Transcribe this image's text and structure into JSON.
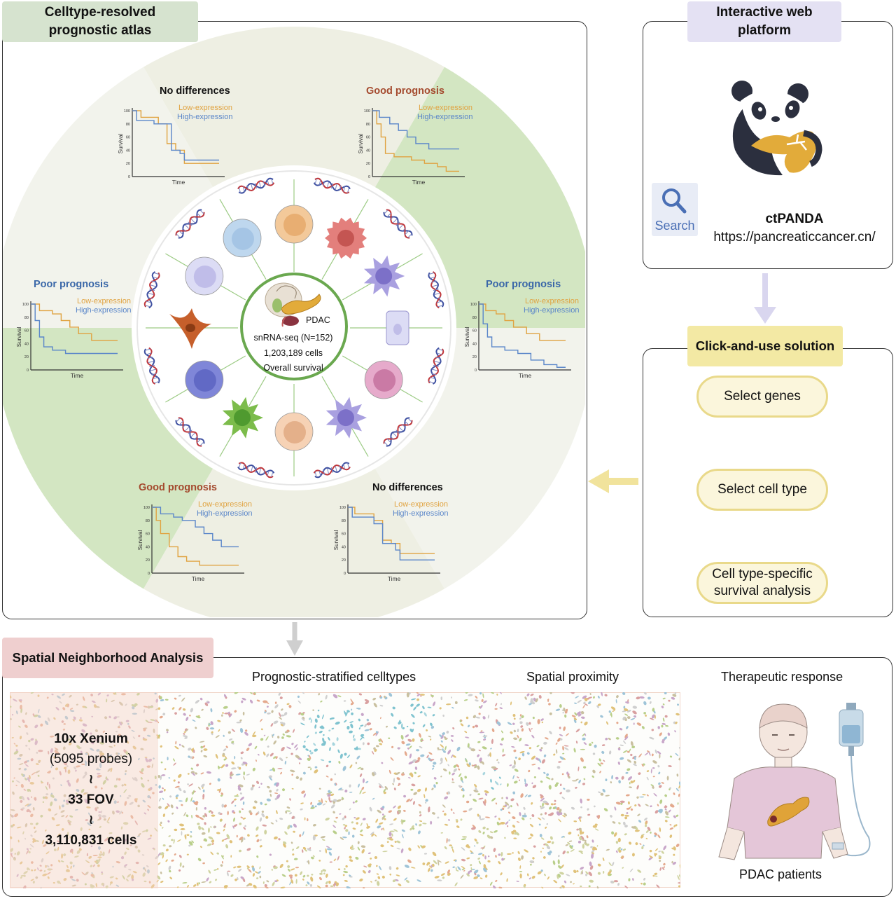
{
  "atlas": {
    "title_line1": "Celltype-resolved",
    "title_line2": "prognostic atlas",
    "center": {
      "organ_label": "PDAC",
      "line1": "snRNA-seq (N=152)",
      "line2": "1,203,189 cells",
      "line3": "Overall survival"
    },
    "plots": [
      {
        "title": "No differences",
        "title_color": "#111111",
        "low_label": "Low-expression",
        "high_label": "High-expression",
        "y_label": "Survival",
        "x_label": "Time",
        "y_ticks": [
          "100",
          "80",
          "60",
          "40",
          "20",
          "0"
        ],
        "low_curve": [
          [
            0,
            100
          ],
          [
            10,
            100
          ],
          [
            10,
            90
          ],
          [
            30,
            90
          ],
          [
            30,
            80
          ],
          [
            40,
            80
          ],
          [
            40,
            50
          ],
          [
            50,
            50
          ],
          [
            50,
            40
          ],
          [
            60,
            40
          ],
          [
            60,
            20
          ],
          [
            100,
            20
          ]
        ],
        "high_curve": [
          [
            0,
            100
          ],
          [
            5,
            100
          ],
          [
            5,
            85
          ],
          [
            25,
            85
          ],
          [
            25,
            80
          ],
          [
            45,
            80
          ],
          [
            45,
            40
          ],
          [
            55,
            40
          ],
          [
            55,
            35
          ],
          [
            60,
            35
          ],
          [
            60,
            25
          ],
          [
            100,
            25
          ]
        ]
      },
      {
        "title": "Good prognosis",
        "title_color": "#a44a2e",
        "low_label": "Low-expression",
        "high_label": "High-expression",
        "y_label": "Survival",
        "x_label": "Time",
        "y_ticks": [
          "100",
          "80",
          "60",
          "40",
          "20",
          "0"
        ],
        "low_curve": [
          [
            0,
            100
          ],
          [
            5,
            100
          ],
          [
            5,
            80
          ],
          [
            10,
            80
          ],
          [
            10,
            60
          ],
          [
            15,
            60
          ],
          [
            15,
            35
          ],
          [
            25,
            35
          ],
          [
            25,
            30
          ],
          [
            45,
            30
          ],
          [
            45,
            25
          ],
          [
            60,
            25
          ],
          [
            60,
            20
          ],
          [
            75,
            20
          ],
          [
            75,
            15
          ],
          [
            85,
            15
          ],
          [
            85,
            8
          ],
          [
            100,
            8
          ]
        ],
        "high_curve": [
          [
            0,
            100
          ],
          [
            8,
            100
          ],
          [
            8,
            90
          ],
          [
            20,
            90
          ],
          [
            20,
            80
          ],
          [
            30,
            80
          ],
          [
            30,
            70
          ],
          [
            40,
            70
          ],
          [
            40,
            60
          ],
          [
            50,
            60
          ],
          [
            50,
            50
          ],
          [
            65,
            50
          ],
          [
            65,
            42
          ],
          [
            100,
            42
          ]
        ]
      },
      {
        "title": "Poor prognosis",
        "title_color": "#3a67a8",
        "low_label": "Low-expression",
        "high_label": "High-expression",
        "y_label": "Survival",
        "x_label": "Time",
        "y_ticks": [
          "100",
          "80",
          "60",
          "40",
          "20",
          "0"
        ],
        "low_curve": [
          [
            0,
            100
          ],
          [
            10,
            100
          ],
          [
            10,
            90
          ],
          [
            25,
            90
          ],
          [
            25,
            85
          ],
          [
            35,
            85
          ],
          [
            35,
            75
          ],
          [
            45,
            75
          ],
          [
            45,
            65
          ],
          [
            55,
            65
          ],
          [
            55,
            55
          ],
          [
            70,
            55
          ],
          [
            70,
            45
          ],
          [
            100,
            45
          ]
        ],
        "high_curve": [
          [
            0,
            100
          ],
          [
            5,
            100
          ],
          [
            5,
            75
          ],
          [
            10,
            75
          ],
          [
            10,
            50
          ],
          [
            15,
            50
          ],
          [
            15,
            35
          ],
          [
            25,
            35
          ],
          [
            25,
            30
          ],
          [
            40,
            30
          ],
          [
            40,
            25
          ],
          [
            100,
            25
          ]
        ]
      },
      {
        "title": "Poor prognosis",
        "title_color": "#3a67a8",
        "low_label": "Low-expression",
        "high_label": "High-expression",
        "y_label": "Survival",
        "x_label": "Time",
        "y_ticks": [
          "100",
          "80",
          "60",
          "40",
          "20",
          "0"
        ],
        "low_curve": [
          [
            0,
            100
          ],
          [
            8,
            100
          ],
          [
            8,
            90
          ],
          [
            20,
            90
          ],
          [
            20,
            85
          ],
          [
            30,
            85
          ],
          [
            30,
            75
          ],
          [
            40,
            75
          ],
          [
            40,
            65
          ],
          [
            55,
            65
          ],
          [
            55,
            55
          ],
          [
            70,
            55
          ],
          [
            70,
            45
          ],
          [
            100,
            45
          ]
        ],
        "high_curve": [
          [
            0,
            100
          ],
          [
            5,
            100
          ],
          [
            5,
            70
          ],
          [
            10,
            70
          ],
          [
            10,
            50
          ],
          [
            15,
            50
          ],
          [
            15,
            35
          ],
          [
            30,
            35
          ],
          [
            30,
            30
          ],
          [
            45,
            30
          ],
          [
            45,
            25
          ],
          [
            60,
            25
          ],
          [
            60,
            15
          ],
          [
            75,
            15
          ],
          [
            75,
            8
          ],
          [
            90,
            8
          ],
          [
            90,
            4
          ],
          [
            100,
            4
          ]
        ]
      },
      {
        "title": "Good prognosis",
        "title_color": "#a44a2e",
        "low_label": "Low-expression",
        "high_label": "High-expression",
        "y_label": "Survival",
        "x_label": "Time",
        "y_ticks": [
          "100",
          "80",
          "60",
          "40",
          "20",
          "0"
        ],
        "low_curve": [
          [
            0,
            100
          ],
          [
            5,
            100
          ],
          [
            5,
            80
          ],
          [
            10,
            80
          ],
          [
            10,
            60
          ],
          [
            20,
            60
          ],
          [
            20,
            40
          ],
          [
            30,
            40
          ],
          [
            30,
            25
          ],
          [
            40,
            25
          ],
          [
            40,
            18
          ],
          [
            55,
            18
          ],
          [
            55,
            12
          ],
          [
            100,
            12
          ]
        ],
        "high_curve": [
          [
            0,
            100
          ],
          [
            10,
            100
          ],
          [
            10,
            90
          ],
          [
            25,
            90
          ],
          [
            25,
            85
          ],
          [
            35,
            85
          ],
          [
            35,
            80
          ],
          [
            50,
            80
          ],
          [
            50,
            70
          ],
          [
            60,
            70
          ],
          [
            60,
            60
          ],
          [
            70,
            60
          ],
          [
            70,
            50
          ],
          [
            80,
            50
          ],
          [
            80,
            40
          ],
          [
            100,
            40
          ]
        ]
      },
      {
        "title": "No differences",
        "title_color": "#111111",
        "low_label": "Low-expression",
        "high_label": "High-expression",
        "y_label": "Survival",
        "x_label": "Time",
        "y_ticks": [
          "100",
          "80",
          "60",
          "40",
          "20",
          "0"
        ],
        "low_curve": [
          [
            0,
            100
          ],
          [
            8,
            100
          ],
          [
            8,
            90
          ],
          [
            30,
            90
          ],
          [
            30,
            80
          ],
          [
            40,
            80
          ],
          [
            40,
            50
          ],
          [
            50,
            50
          ],
          [
            50,
            45
          ],
          [
            60,
            45
          ],
          [
            60,
            30
          ],
          [
            100,
            30
          ]
        ],
        "high_curve": [
          [
            0,
            100
          ],
          [
            5,
            100
          ],
          [
            5,
            85
          ],
          [
            30,
            85
          ],
          [
            30,
            75
          ],
          [
            40,
            75
          ],
          [
            40,
            45
          ],
          [
            55,
            45
          ],
          [
            55,
            35
          ],
          [
            60,
            35
          ],
          [
            60,
            20
          ],
          [
            100,
            20
          ]
        ]
      }
    ]
  },
  "platform": {
    "title_line1": "Interactive web",
    "title_line2": "platform",
    "search_label": "Search",
    "name": "ctPANDA",
    "url": "https://pancreaticcancer.cn/"
  },
  "solution": {
    "title": "Click-and-use solution",
    "steps": [
      "Select genes",
      "Select cell type",
      "Cell type-specific",
      "survival analysis"
    ]
  },
  "spatial": {
    "title": "Spatial Neighborhood Analysis",
    "flow": [
      "Prognostic-stratified celltypes",
      "Spatial proximity",
      "Therapeutic response"
    ],
    "xenium_line1": "10x Xenium",
    "xenium_line2": "(5095 probes)",
    "sep": "≀",
    "fov": "33 FOV",
    "cells": "3,110,831 cells",
    "patients": "PDAC patients"
  },
  "colors": {
    "low": "#e0a341",
    "high": "#5a86c9",
    "green_sector": "#d3e6c2",
    "beige_sector": "#eeefe3",
    "tag_green": "#d6e3cf",
    "tag_lavender": "#e4e1f3",
    "tag_yellow": "#f3e9a4",
    "tag_pink": "#efcfcf",
    "ring_green": "#6aa84f"
  }
}
